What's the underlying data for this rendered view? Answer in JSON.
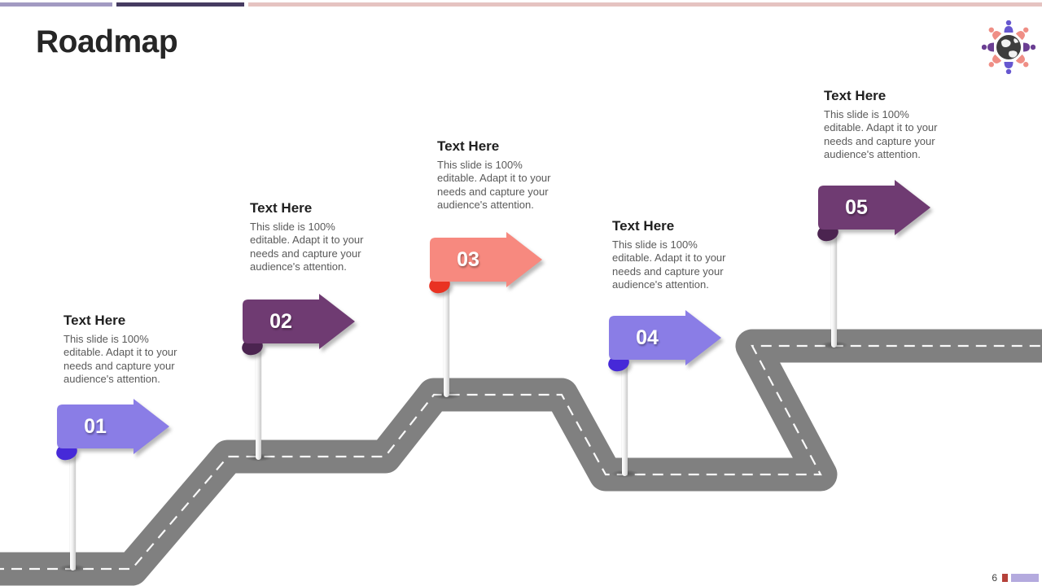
{
  "slide": {
    "title": "Roadmap",
    "page_number": "6"
  },
  "theme": {
    "topbar_segment1": "#a29ac2",
    "topbar_segment2": "#463b61",
    "topbar_segment3": "#e5c3c1",
    "road_color": "#808080",
    "road_centerline": "#ffffff",
    "footer_red": "#b5413a",
    "footer_lavender": "#b4aade"
  },
  "logo": {
    "description": "globe surrounded by people",
    "globe_color": "#3d3d3d",
    "person_purple": "#6657d0",
    "person_dark_purple": "#6b3f93",
    "person_salmon": "#ef8e85"
  },
  "milestones": [
    {
      "num": "01",
      "heading": "Text Here",
      "body": "This slide is 100%\neditable. Adapt it to your\nneeds and capture your\naudience's attention.",
      "arrow_color": "#8a7de6",
      "curl_color": "#4629d8"
    },
    {
      "num": "02",
      "heading": "Text Here",
      "body": "This slide is 100%\neditable. Adapt it to your\nneeds and capture your\naudience's attention.",
      "arrow_color": "#6f3b72",
      "curl_color": "#4b2450"
    },
    {
      "num": "03",
      "heading": "Text Here",
      "body": "This slide is 100%\neditable. Adapt it to your\nneeds and capture your\naudience's attention.",
      "arrow_color": "#f7897f",
      "curl_color": "#e93222"
    },
    {
      "num": "04",
      "heading": "Text Here",
      "body": "This slide is 100%\neditable. Adapt it to your\nneeds and capture your\naudience's attention.",
      "arrow_color": "#8a7de6",
      "curl_color": "#4629d8"
    },
    {
      "num": "05",
      "heading": "Text Here",
      "body": "This slide is 100%\neditable. Adapt it to your\nneeds and capture your\naudience's attention.",
      "arrow_color": "#6f3b72",
      "curl_color": "#4b2450"
    }
  ]
}
